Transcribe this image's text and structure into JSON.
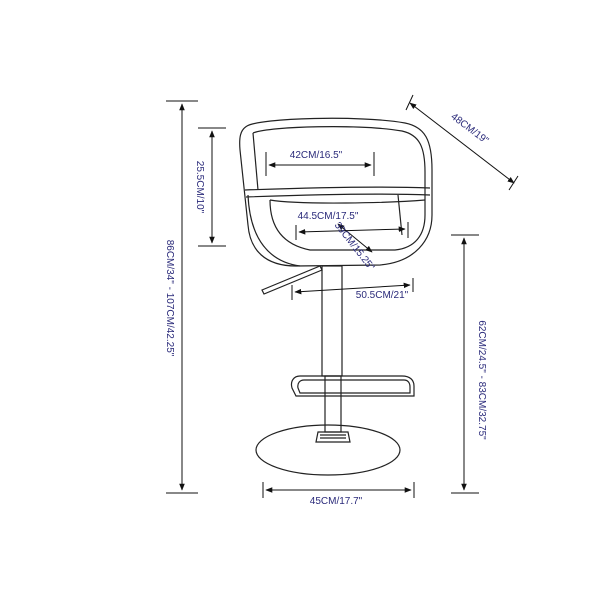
{
  "colors": {
    "drawing": "#222222",
    "dimension_text": "#2a2a7a",
    "background": "#ffffff"
  },
  "dimensions": {
    "total_height": "86CM/34\" - 107CM/42.25\"",
    "back_height": "25.5CM/10\"",
    "seat_back_width": "42CM/16.5\"",
    "depth": "48CM/19\"",
    "seat_width": "44.5CM/17.5\"",
    "seat_depth": "39CM/15.25\"",
    "arm_width": "50.5CM/21\"",
    "seat_height": "62CM/24.5\"  - 83CM/32.75\"",
    "base_width": "45CM/17.7\""
  }
}
